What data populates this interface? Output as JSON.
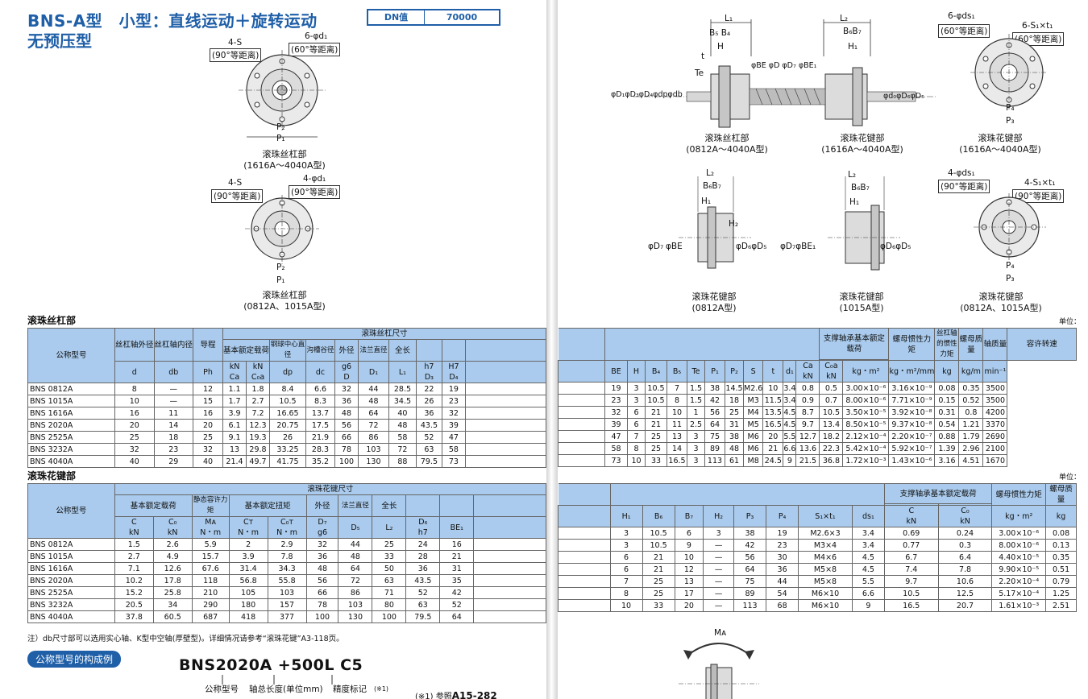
{
  "header": {
    "title_line1": "BNS-A型　小型：直线运动＋旋转运动",
    "title_line2": "无预压型",
    "dn_label": "DN值",
    "dn_value": "70000"
  },
  "drawings": {
    "d1_l1": "4-S",
    "d1_l2": "(90°等距离)",
    "d1_r1": "6-φd₁",
    "d1_r2": "(60°等距离)",
    "d1_p2": "P₂",
    "d1_p1": "P₁",
    "d1_cap1": "滚珠丝杠部",
    "d1_cap2": "(1616A～4040A型)",
    "d2_l1": "4-S",
    "d2_l2": "(90°等距离)",
    "d2_r1": "4-φd₁",
    "d2_r2": "(90°等距离)",
    "d2_p2": "P₂",
    "d2_p1": "P₁",
    "d2_cap1": "滚珠丝杠部",
    "d2_cap2": "(0812A、1015A型)",
    "side_labels": {
      "L1": "L₁",
      "B5B4": "B₅ B₄",
      "H": "H",
      "t": "t",
      "Te": "Te",
      "L2": "L₂",
      "B6B7": "B₆B₇",
      "H1": "H₁",
      "H2": "H₂",
      "top": "φBE φD φD₇ φBE₁",
      "left": "φD₁φD₃φD₄φdpφdb",
      "right": "φd₀φD₆φD₅",
      "D7": "φD₇",
      "BE": "φBE",
      "BE1": "φD₇φBE₁",
      "D6D5": "φD₆φD₅"
    },
    "r1_cap1": "滚珠丝杠部",
    "r1_cap2": "(0812A～4040A型)",
    "r2_cap1": "滚珠花键部",
    "r2_cap2": "(1616A～4040A型)",
    "r3_l1": "6-φds₁",
    "r3_l2": "(60°等距离)",
    "r3_r1": "6-S₁×t₁",
    "r3_r2": "(60°等距离)",
    "r3_p4": "P₄",
    "r3_p3": "P₃",
    "r3_cap1": "滚珠花键部",
    "r3_cap2": "(1616A～4040A型)",
    "r4_cap1": "滚珠花键部",
    "r4_cap2": "(0812A型)",
    "r5_cap1": "滚珠花键部",
    "r5_cap2": "(1015A型)",
    "r6_l1": "4-φds₁",
    "r6_l2": "(90°等距离)",
    "r6_r1": "4-S₁×t₁",
    "r6_r2": "(90°等距离)",
    "r6_p4": "P₄",
    "r6_p3": "P₃",
    "r6_cap1": "滚珠花键部",
    "r6_cap2": "(0812A、1015A型)",
    "moment": "Mᴀ"
  },
  "screw": {
    "section": "滚珠丝杠部",
    "unit": "单位：mm",
    "h": {
      "model": "公称型号",
      "shaft_od": "丝杠轴外径",
      "shaft_id": "丝杠轴内径",
      "lead": "导程",
      "dims": "滚珠丝杠尺寸",
      "rated": "基本额定载荷",
      "ball": "钢球中心直径",
      "groove": "沟槽谷径",
      "od": "外径",
      "flange": "法兰直径",
      "length": "全长",
      "bearing": "支撑轴承基本额定载荷",
      "inertia": "螺母惯性力矩",
      "shaft_inertia": "丝杠轴的惯性力矩",
      "nut_mass": "螺母质量",
      "shaft_mass": "轴质量",
      "speed": "容许转速"
    },
    "sym": [
      "d",
      "db",
      "Ph",
      "Ca",
      "C₀a",
      "dp",
      "dc",
      "D",
      "D₁",
      "L₁",
      "D₃",
      "D₄",
      "BE",
      "H",
      "B₄",
      "B₅",
      "Te",
      "P₁",
      "P₂",
      "S",
      "t",
      "d₁",
      "Ca",
      "C₀a",
      "",
      "",
      "",
      "",
      ""
    ],
    "units": [
      "",
      "",
      "",
      "kN",
      "kN",
      "",
      "",
      "g6",
      "",
      "",
      "h7",
      "H7",
      "",
      "",
      "",
      "",
      "",
      "",
      "",
      "",
      "",
      "",
      "kN",
      "kN",
      "kg・m²",
      "kg・m²/mm",
      "kg",
      "kg/m",
      "min⁻¹"
    ],
    "rows": [
      [
        "BNS 0812A",
        "8",
        "—",
        "12",
        "1.1",
        "1.8",
        "8.4",
        "6.6",
        "32",
        "44",
        "28.5",
        "22",
        "19",
        "19",
        "3",
        "10.5",
        "7",
        "1.5",
        "38",
        "14.5",
        "M2.6",
        "10",
        "3.4",
        "0.8",
        "0.5",
        "3.00×10⁻⁶",
        "3.16×10⁻⁹",
        "0.08",
        "0.35",
        "3500"
      ],
      [
        "BNS 1015A",
        "10",
        "—",
        "15",
        "1.7",
        "2.7",
        "10.5",
        "8.3",
        "36",
        "48",
        "34.5",
        "26",
        "23",
        "23",
        "3",
        "10.5",
        "8",
        "1.5",
        "42",
        "18",
        "M3",
        "11.5",
        "3.4",
        "0.9",
        "0.7",
        "8.00×10⁻⁶",
        "7.71×10⁻⁹",
        "0.15",
        "0.52",
        "3500"
      ],
      [
        "BNS 1616A",
        "16",
        "11",
        "16",
        "3.9",
        "7.2",
        "16.65",
        "13.7",
        "48",
        "64",
        "40",
        "36",
        "32",
        "32",
        "6",
        "21",
        "10",
        "1",
        "56",
        "25",
        "M4",
        "13.5",
        "4.5",
        "8.7",
        "10.5",
        "3.50×10⁻⁵",
        "3.92×10⁻⁸",
        "0.31",
        "0.8",
        "4200"
      ],
      [
        "BNS 2020A",
        "20",
        "14",
        "20",
        "6.1",
        "12.3",
        "20.75",
        "17.5",
        "56",
        "72",
        "48",
        "43.5",
        "39",
        "39",
        "6",
        "21",
        "11",
        "2.5",
        "64",
        "31",
        "M5",
        "16.5",
        "4.5",
        "9.7",
        "13.4",
        "8.50×10⁻⁵",
        "9.37×10⁻⁸",
        "0.54",
        "1.21",
        "3370"
      ],
      [
        "BNS 2525A",
        "25",
        "18",
        "25",
        "9.1",
        "19.3",
        "26",
        "21.9",
        "66",
        "86",
        "58",
        "52",
        "47",
        "47",
        "7",
        "25",
        "13",
        "3",
        "75",
        "38",
        "M6",
        "20",
        "5.5",
        "12.7",
        "18.2",
        "2.12×10⁻⁴",
        "2.20×10⁻⁷",
        "0.88",
        "1.79",
        "2690"
      ],
      [
        "BNS 3232A",
        "32",
        "23",
        "32",
        "13",
        "29.8",
        "33.25",
        "28.3",
        "78",
        "103",
        "72",
        "63",
        "58",
        "58",
        "8",
        "25",
        "14",
        "3",
        "89",
        "48",
        "M6",
        "21",
        "6.6",
        "13.6",
        "22.3",
        "5.42×10⁻⁴",
        "5.92×10⁻⁷",
        "1.39",
        "2.96",
        "2100"
      ],
      [
        "BNS 4040A",
        "40",
        "29",
        "40",
        "21.4",
        "49.7",
        "41.75",
        "35.2",
        "100",
        "130",
        "88",
        "79.5",
        "73",
        "73",
        "10",
        "33",
        "16.5",
        "3",
        "113",
        "61",
        "M8",
        "24.5",
        "9",
        "21.5",
        "36.8",
        "1.72×10⁻³",
        "1.43×10⁻⁶",
        "3.16",
        "4.51",
        "1670"
      ]
    ]
  },
  "spline": {
    "section": "滚珠花键部",
    "unit": "单位：mm",
    "h": {
      "model": "公称型号",
      "dims": "滚珠花键尺寸",
      "rated": "基本额定载荷",
      "static_moment": "静态容许力矩",
      "torque": "基本额定扭矩",
      "od": "外径",
      "flange": "法兰直径",
      "length": "全长",
      "bearing": "支撑轴承基本额定载荷",
      "inertia": "螺母惯性力矩",
      "mass": "螺母质量"
    },
    "sym": [
      "C",
      "C₀",
      "Mᴀ",
      "Cт",
      "C₀т",
      "D₇",
      "D₅",
      "L₂",
      "D₆",
      "BE₁",
      "H₁",
      "B₆",
      "B₇",
      "H₂",
      "P₃",
      "P₄",
      "S₁×t₁",
      "ds₁",
      "C",
      "C₀",
      "",
      ""
    ],
    "units": [
      "kN",
      "kN",
      "N・m",
      "N・m",
      "N・m",
      "g6",
      "",
      "",
      "h7",
      "",
      "",
      "",
      "",
      "",
      "",
      "",
      "",
      "",
      "kN",
      "kN",
      "kg・m²",
      "kg"
    ],
    "rows": [
      [
        "BNS 0812A",
        "1.5",
        "2.6",
        "5.9",
        "2",
        "2.9",
        "32",
        "44",
        "25",
        "24",
        "16",
        "3",
        "10.5",
        "6",
        "3",
        "38",
        "19",
        "M2.6×3",
        "3.4",
        "0.69",
        "0.24",
        "3.00×10⁻⁶",
        "0.08"
      ],
      [
        "BNS 1015A",
        "2.7",
        "4.9",
        "15.7",
        "3.9",
        "7.8",
        "36",
        "48",
        "33",
        "28",
        "21",
        "3",
        "10.5",
        "9",
        "—",
        "42",
        "23",
        "M3×4",
        "3.4",
        "0.77",
        "0.3",
        "8.00×10⁻⁶",
        "0.13"
      ],
      [
        "BNS 1616A",
        "7.1",
        "12.6",
        "67.6",
        "31.4",
        "34.3",
        "48",
        "64",
        "50",
        "36",
        "31",
        "6",
        "21",
        "10",
        "—",
        "56",
        "30",
        "M4×6",
        "4.5",
        "6.7",
        "6.4",
        "4.40×10⁻⁵",
        "0.35"
      ],
      [
        "BNS 2020A",
        "10.2",
        "17.8",
        "118",
        "56.8",
        "55.8",
        "56",
        "72",
        "63",
        "43.5",
        "35",
        "6",
        "21",
        "12",
        "—",
        "64",
        "36",
        "M5×8",
        "4.5",
        "7.4",
        "7.8",
        "9.90×10⁻⁵",
        "0.51"
      ],
      [
        "BNS 2525A",
        "15.2",
        "25.8",
        "210",
        "105",
        "103",
        "66",
        "86",
        "71",
        "52",
        "42",
        "7",
        "25",
        "13",
        "—",
        "75",
        "44",
        "M5×8",
        "5.5",
        "9.7",
        "10.6",
        "2.20×10⁻⁴",
        "0.79"
      ],
      [
        "BNS 3232A",
        "20.5",
        "34",
        "290",
        "180",
        "157",
        "78",
        "103",
        "80",
        "63",
        "52",
        "8",
        "25",
        "17",
        "—",
        "89",
        "54",
        "M6×10",
        "6.6",
        "10.5",
        "12.5",
        "5.17×10⁻⁴",
        "1.25"
      ],
      [
        "BNS 4040A",
        "37.8",
        "60.5",
        "687",
        "418",
        "377",
        "100",
        "130",
        "100",
        "79.5",
        "64",
        "10",
        "33",
        "20",
        "—",
        "113",
        "68",
        "M6×10",
        "9",
        "16.5",
        "20.7",
        "1.61×10⁻³",
        "2.51"
      ]
    ]
  },
  "footer": {
    "note": "注）db尺寸部可以选用实心轴、K型中空轴(厚壁型)。详细情况请参考“滚珠花键”A3-118页。",
    "pill": "公称型号的构成例",
    "model_code": "BNS2020A +500L C5",
    "lab1": "公称型号",
    "lab2": "轴总长度(单位mm)",
    "lab3": "精度标记",
    "lab3s": "(※1)",
    "ref": "(※1) 参照",
    "ref_b": "A15-282"
  },
  "colors": {
    "accent": "#1f5fa8",
    "header_bg": "#aacbed"
  }
}
